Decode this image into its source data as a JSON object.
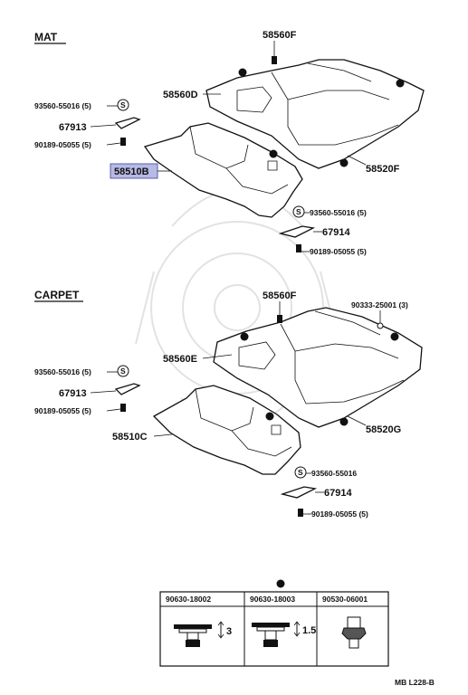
{
  "sections": {
    "mat": "MAT",
    "carpet": "CARPET"
  },
  "mat": {
    "p58560F": "58560F",
    "p58560D": "58560D",
    "p93560": "93560-55016 (5)",
    "s_badge": "S",
    "p67913": "67913",
    "p90189": "90189-05055 (5)",
    "p58510B": "58510B",
    "p58520F": "58520F",
    "p93560b": "93560-55016 (5)",
    "s_badge2": "S",
    "p67914": "67914",
    "p90189b": "90189-05055 (5)"
  },
  "carpet": {
    "p58560F": "58560F",
    "p90333": "90333-25001 (3)",
    "p58560E": "58560E",
    "p93560": "93560-55016 (5)",
    "s_badge": "S",
    "p67913": "67913",
    "p90189": "90189-05055 (5)",
    "p58510C": "58510C",
    "p58520G": "58520G",
    "p93560b": "93560-55016",
    "s_badge2": "S",
    "p67914": "67914",
    "p90189b": "90189-05055 (5)"
  },
  "table": {
    "col1": "90630-18002",
    "col2": "90630-18003",
    "col3": "90530-06001",
    "dim1": "3",
    "dim2": "1.5"
  },
  "footer": "MB  L228-B",
  "colors": {
    "highlight": "#b7b9e6",
    "highlight_border": "#5a5ea8",
    "line": "#111111"
  }
}
